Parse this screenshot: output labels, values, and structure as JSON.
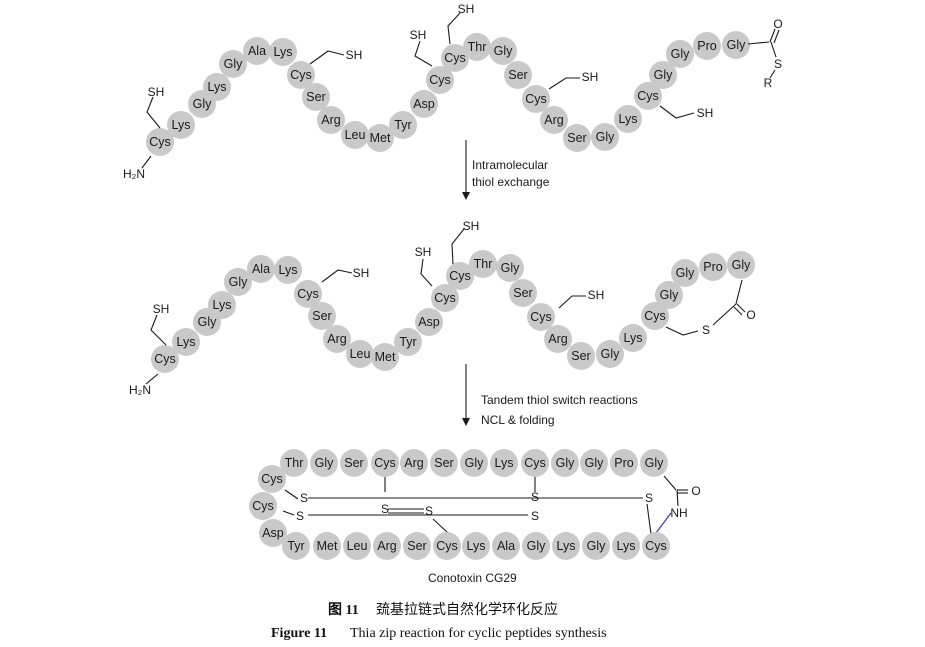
{
  "row1": {
    "residues": [
      "Cys",
      "Lys",
      "Gly",
      "Lys",
      "Gly",
      "Ala",
      "Lys",
      "Cys",
      "Ser",
      "Arg",
      "Leu",
      "Met",
      "Tyr",
      "Asp",
      "Cys",
      "Cys",
      "Thr",
      "Gly",
      "Ser",
      "Cys",
      "Arg",
      "Ser",
      "Gly",
      "Lys",
      "Cys",
      "Gly",
      "Gly",
      "Pro",
      "Gly"
    ],
    "terminal_amine": "H₂N",
    "thiol": "SH",
    "thioester_o": "O",
    "thioester_s": "S",
    "thioester_r": "R"
  },
  "arrow1": {
    "line1": "Intramolecular",
    "line2": "thiol exchange"
  },
  "row2": {
    "residues": [
      "Cys",
      "Lys",
      "Gly",
      "Lys",
      "Gly",
      "Ala",
      "Lys",
      "Cys",
      "Ser",
      "Arg",
      "Leu",
      "Met",
      "Tyr",
      "Asp",
      "Cys",
      "Cys",
      "Thr",
      "Gly",
      "Ser",
      "Cys",
      "Arg",
      "Ser",
      "Gly",
      "Lys",
      "Cys",
      "Gly",
      "Gly",
      "Pro",
      "Gly"
    ],
    "terminal_amine": "H₂N",
    "thiol": "SH",
    "ring_s": "S",
    "ring_o": "O"
  },
  "arrow2": {
    "line1": "Tandem thiol switch reactions",
    "line2": "NCL & folding"
  },
  "row3": {
    "top": [
      "Thr",
      "Gly",
      "Ser",
      "Cys",
      "Arg",
      "Ser",
      "Gly",
      "Lys",
      "Cys",
      "Gly",
      "Gly",
      "Pro",
      "Gly"
    ],
    "bottom": [
      "Tyr",
      "Met",
      "Leu",
      "Arg",
      "Ser",
      "Cys",
      "Lys",
      "Ala",
      "Gly",
      "Lys",
      "Gly",
      "Lys",
      "Cys"
    ],
    "left": [
      "Cys",
      "Cys",
      "Asp"
    ],
    "sulfur": "S",
    "carbonyl_o": "O",
    "amide": "NH",
    "name": "Conotoxin CG29"
  },
  "caption": {
    "zh_label": "图 11",
    "zh_text": "巯基拉链式自然化学环化反应",
    "en_label": "Figure 11",
    "en_text": "Thia zip reaction for cyclic peptides synthesis"
  }
}
